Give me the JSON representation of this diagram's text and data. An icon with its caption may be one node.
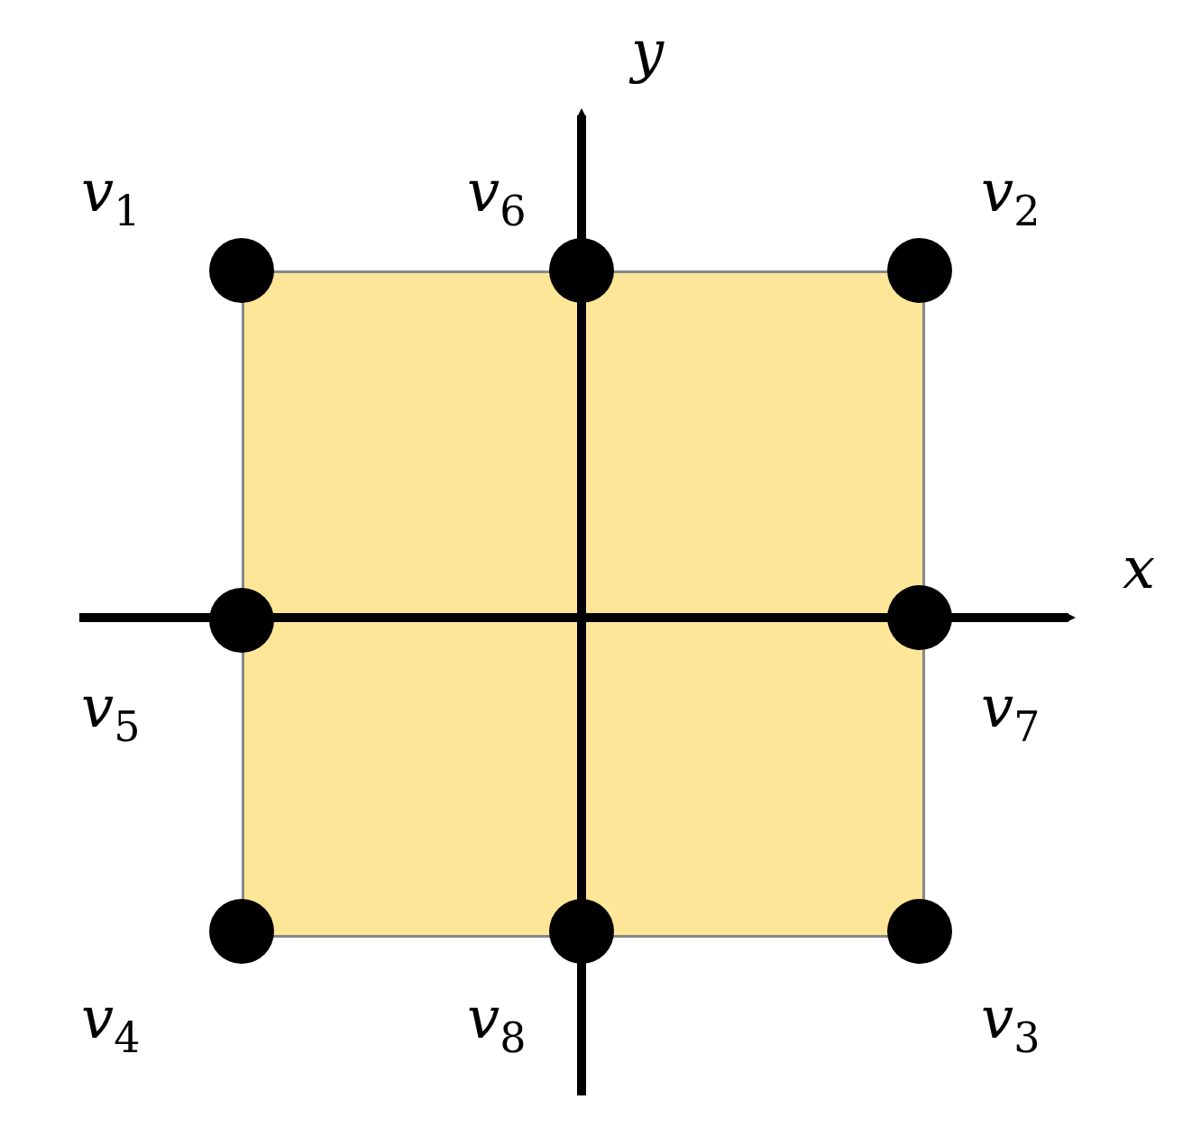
{
  "diagram": {
    "nodes": [
      {
        "text": [],
        "shape": "box"
      },
      {
        "text": [],
        "shape": "circle",
        "beside": [
          "v$_{1}$"
        ]
      },
      {
        "text": [],
        "shape": "circle",
        "beside": [
          "v$_{6}$"
        ]
      },
      {
        "text": [],
        "shape": "circle",
        "beside": [
          "v$_{2}$"
        ]
      },
      {
        "text": [],
        "shape": "circle",
        "beside": [
          "v$_{5}$"
        ]
      },
      {
        "text": [],
        "shape": "circle",
        "beside": [
          "v$_{7}$"
        ]
      },
      {
        "text": [],
        "shape": "circle",
        "beside": [
          "v$_{4}$"
        ]
      },
      {
        "text": [],
        "shape": "circle",
        "beside": [
          "v$_{8}$"
        ]
      },
      {
        "text": [],
        "shape": "circle",
        "beside": [
          "v$_{3}$"
        ]
      }
    ],
    "labels": [
      "y",
      "x"
    ]
  }
}
